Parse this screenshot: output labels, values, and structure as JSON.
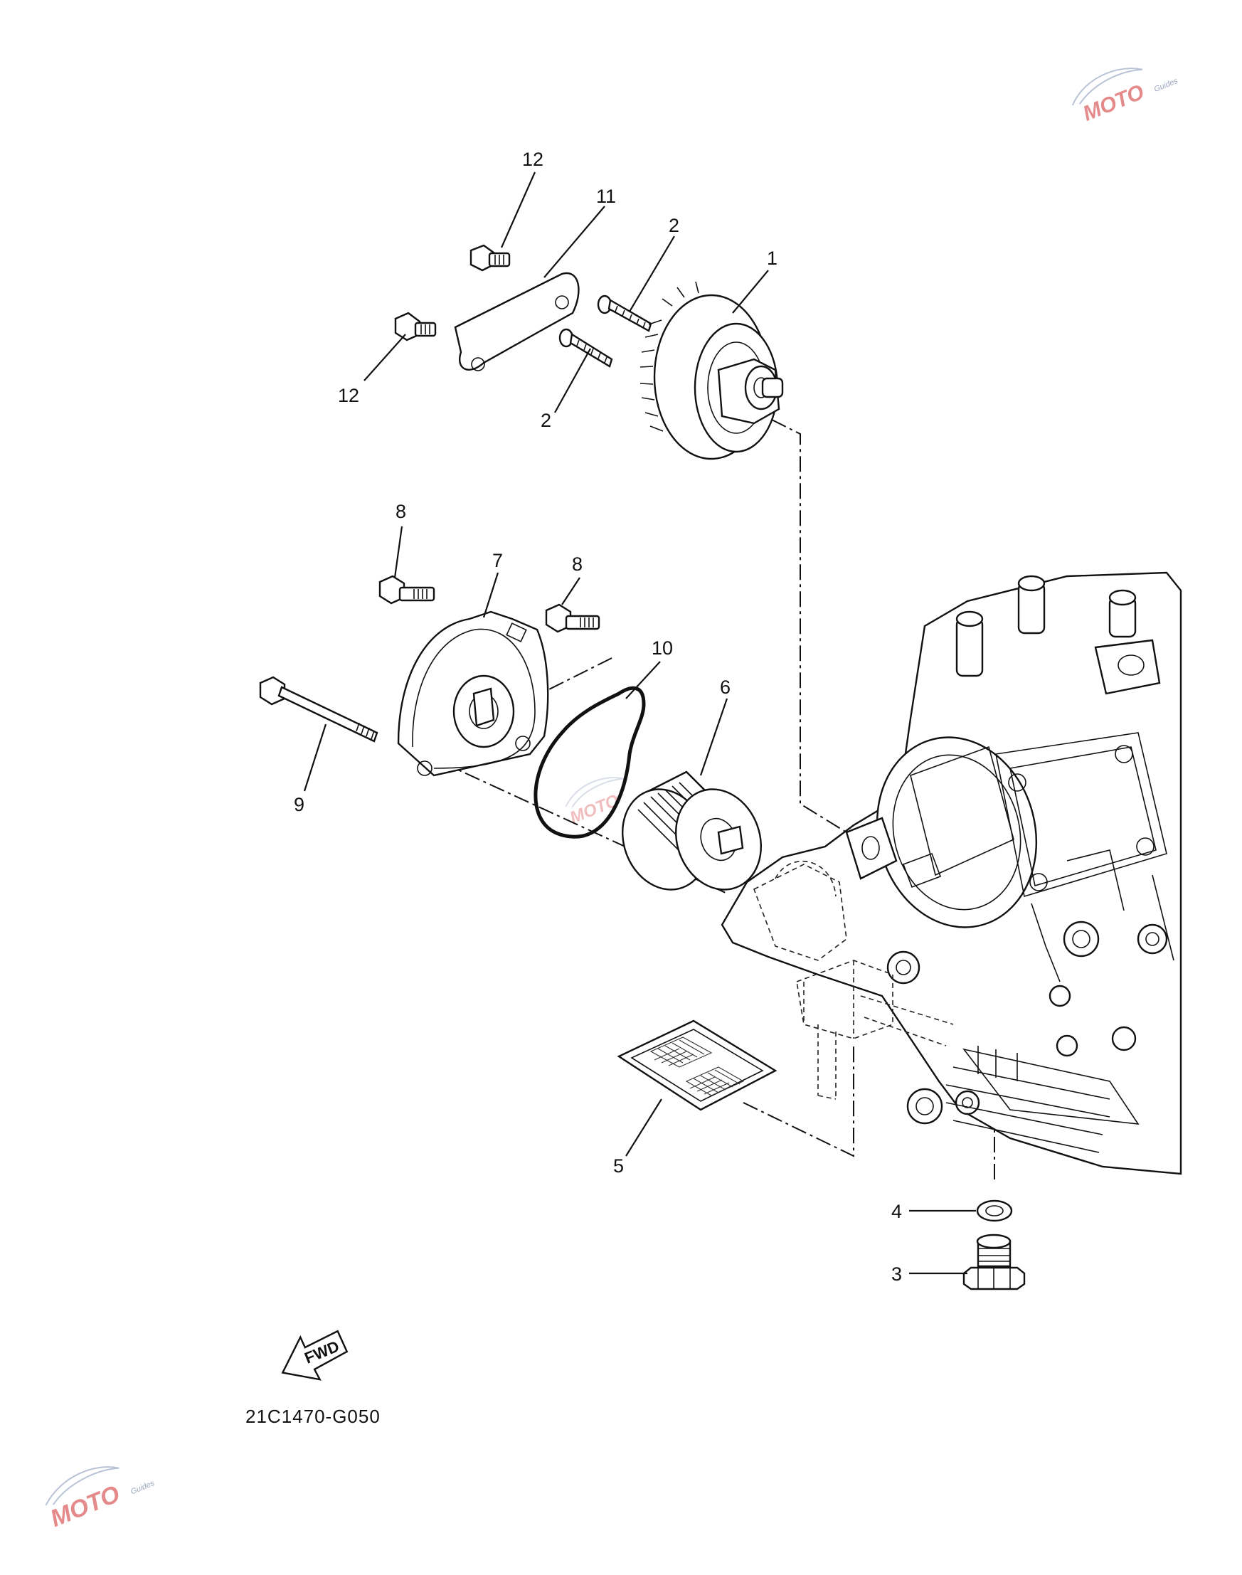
{
  "diagram": {
    "callouts": [
      {
        "id": "1",
        "label": "1"
      },
      {
        "id": "2a",
        "label": "2"
      },
      {
        "id": "2b",
        "label": "2"
      },
      {
        "id": "3",
        "label": "3"
      },
      {
        "id": "4",
        "label": "4"
      },
      {
        "id": "5",
        "label": "5"
      },
      {
        "id": "6",
        "label": "6"
      },
      {
        "id": "7",
        "label": "7"
      },
      {
        "id": "8a",
        "label": "8"
      },
      {
        "id": "8b",
        "label": "8"
      },
      {
        "id": "9",
        "label": "9"
      },
      {
        "id": "10",
        "label": "10"
      },
      {
        "id": "11",
        "label": "11"
      },
      {
        "id": "12a",
        "label": "12"
      },
      {
        "id": "12b",
        "label": "12"
      }
    ],
    "fwd_label": "FWD",
    "diagram_code": "21C1470-G050",
    "watermark": {
      "text": "MOTO",
      "subtext": "Guides"
    }
  }
}
